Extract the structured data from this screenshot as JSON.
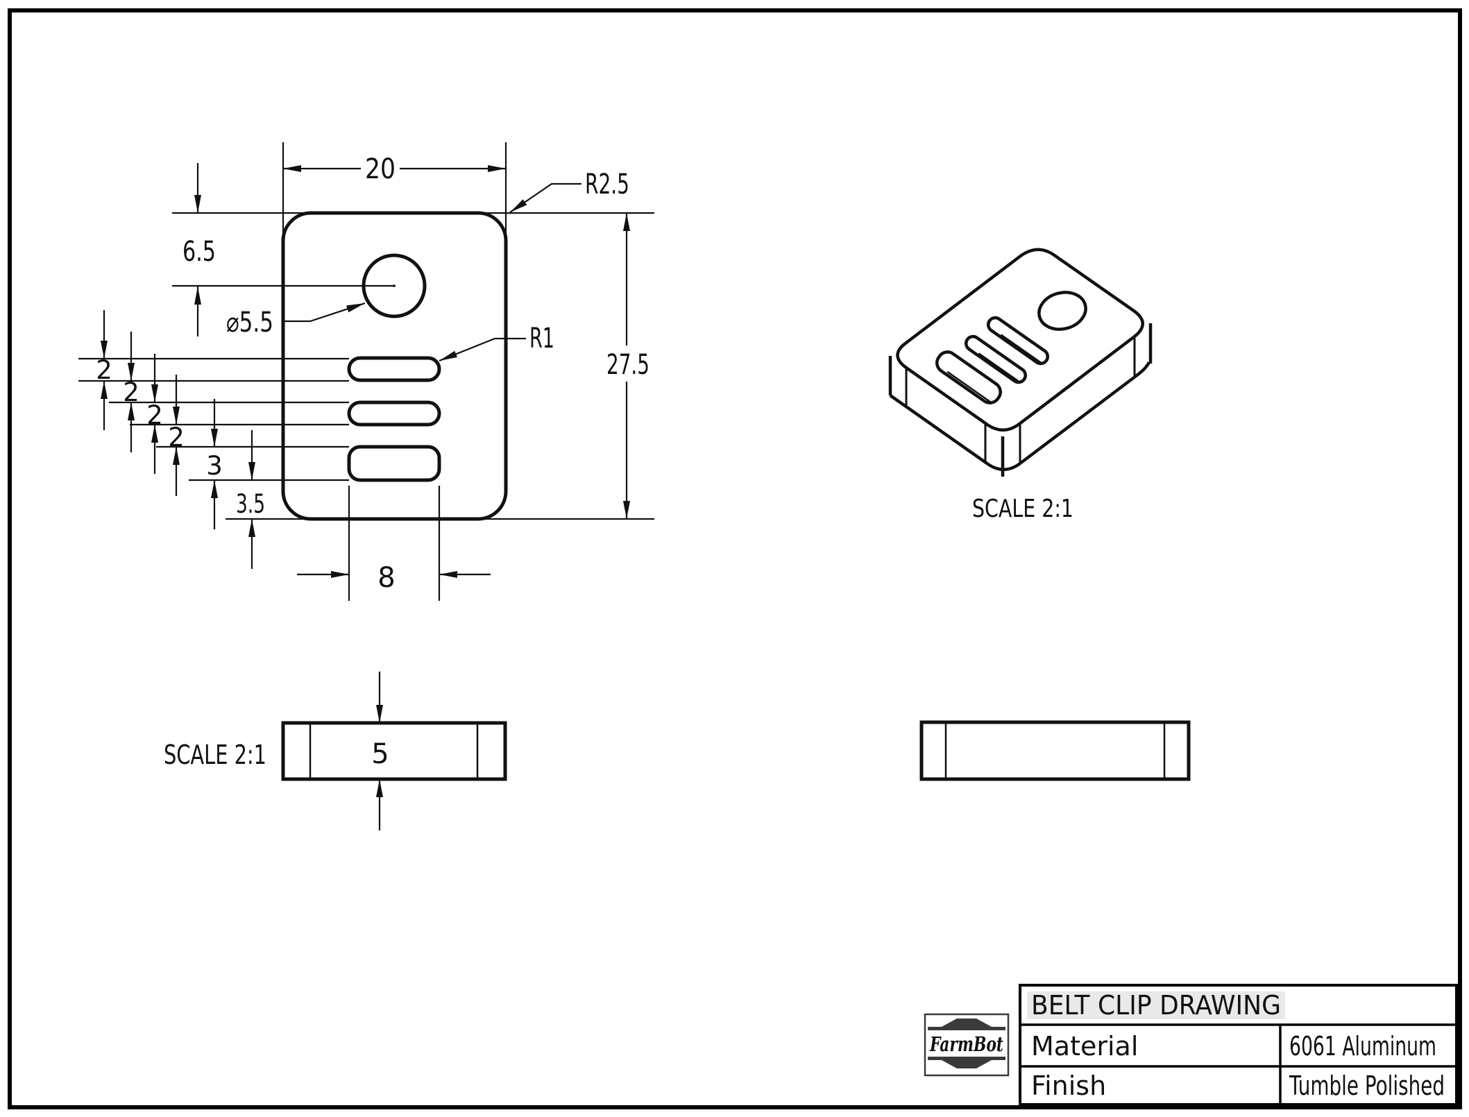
{
  "labels": {
    "dim_width": "20",
    "dim_height": "27.5",
    "dim_hole_offset": "6.5",
    "dim_hole_dia": "⌀5.5",
    "dim_slot_radius": "R1",
    "dim_corner_radius": "R2.5",
    "chain": [
      "2",
      "2",
      "2",
      "2",
      "3",
      "3.5"
    ],
    "dim_slot_width": "8",
    "dim_thickness": "5",
    "scale_side": "SCALE 2:1",
    "scale_iso": "SCALE 2:1"
  },
  "title_block": {
    "title": "BELT CLIP DRAWING",
    "material_label": "Material",
    "material_value": "6061 Aluminum",
    "finish_label": "Finish",
    "finish_value": "Tumble Polished",
    "logo_text": "FarmBot"
  }
}
